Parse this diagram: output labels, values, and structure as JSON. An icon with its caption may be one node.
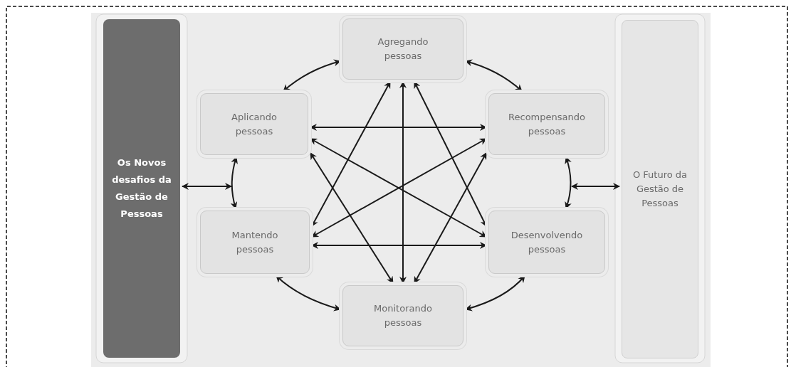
{
  "diagram": {
    "nodes": [
      {
        "text": [
          "Os Novos desafios da Gestão de Pessoas"
        ]
      },
      {
        "text": [
          "Agregando pessoas"
        ]
      },
      {
        "text": [
          "Aplicando pessoas"
        ]
      },
      {
        "text": [
          "Recompensando pessoas"
        ]
      },
      {
        "text": [
          "Mantendo pessoas"
        ]
      },
      {
        "text": [
          "Desenvolvendo pessoas"
        ]
      },
      {
        "text": [
          "Monitorando pessoas"
        ]
      },
      {
        "text": [
          "O Futuro da Gestão de Pessoas"
        ]
      }
    ],
    "edges": [
      {
        "from": 1,
        "to": 2,
        "arrow": "both"
      },
      {
        "from": 1,
        "to": 3,
        "arrow": "both"
      },
      {
        "from": 2,
        "to": 4,
        "arrow": "both"
      },
      {
        "from": 3,
        "to": 5,
        "arrow": "both"
      },
      {
        "from": 4,
        "to": 6,
        "arrow": "both"
      },
      {
        "from": 5,
        "to": 6,
        "arrow": "both"
      },
      {
        "from": 0,
        "to": null,
        "arrow": "both"
      },
      {
        "from": null,
        "to": 7,
        "arrow": "both"
      },
      {
        "from": 2,
        "to": 3,
        "arrow": "both"
      },
      {
        "from": 2,
        "to": 5,
        "arrow": "both"
      },
      {
        "from": 2,
        "to": 6,
        "arrow": "both"
      },
      {
        "from": 4,
        "to": 1,
        "arrow": "both"
      },
      {
        "from": 4,
        "to": 3,
        "arrow": "both"
      },
      {
        "from": 4,
        "to": 5,
        "arrow": "both"
      },
      {
        "from": 1,
        "to": 6,
        "arrow": "both"
      },
      {
        "from": 1,
        "to": 5,
        "arrow": "both"
      },
      {
        "from": 3,
        "to": 6,
        "arrow": "both"
      }
    ]
  }
}
